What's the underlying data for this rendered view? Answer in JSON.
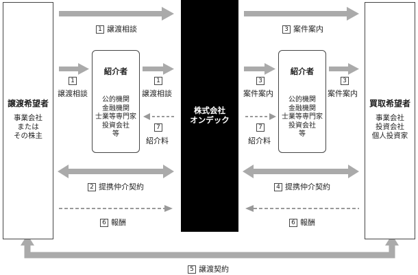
{
  "left_party": {
    "title": "譲渡希望者",
    "lines": [
      "事業会社",
      "または",
      "その株主"
    ]
  },
  "right_party": {
    "title": "買取希望者",
    "lines": [
      "事業会社",
      "投資会社",
      "個人投資家"
    ]
  },
  "center_org": {
    "line1": "株式会社",
    "line2": "オンデック"
  },
  "introducer_left": {
    "title": "紹介者",
    "lines": [
      "公的機関",
      "金融機関",
      "士業等専門家",
      "投資会社",
      "等"
    ]
  },
  "introducer_right": {
    "title": "紹介者",
    "lines": [
      "公的機関",
      "金融機関",
      "士業等専門家",
      "投資会社",
      "等"
    ]
  },
  "flows": {
    "top_left": {
      "num": "1",
      "text": "譲渡相談"
    },
    "top_right": {
      "num": "3",
      "text": "案件案内"
    },
    "mid_l1": {
      "num": "1",
      "text": "譲渡相談"
    },
    "mid_l2": {
      "num": "1",
      "text": "譲渡相談"
    },
    "mid_l_fee": {
      "num": "7",
      "text": "紹介料"
    },
    "mid_r1": {
      "num": "3",
      "text": "案件案内"
    },
    "mid_r2": {
      "num": "3",
      "text": "案件案内"
    },
    "mid_r_fee": {
      "num": "7",
      "text": "紹介料"
    },
    "alliance_l": {
      "num": "2",
      "text": "提携仲介契約"
    },
    "alliance_r": {
      "num": "4",
      "text": "提携仲介契約"
    },
    "reward_l": {
      "num": "6",
      "text": "報酬"
    },
    "reward_r": {
      "num": "6",
      "text": "報酬"
    },
    "transfer": {
      "num": "5",
      "text": "譲渡契約"
    }
  }
}
